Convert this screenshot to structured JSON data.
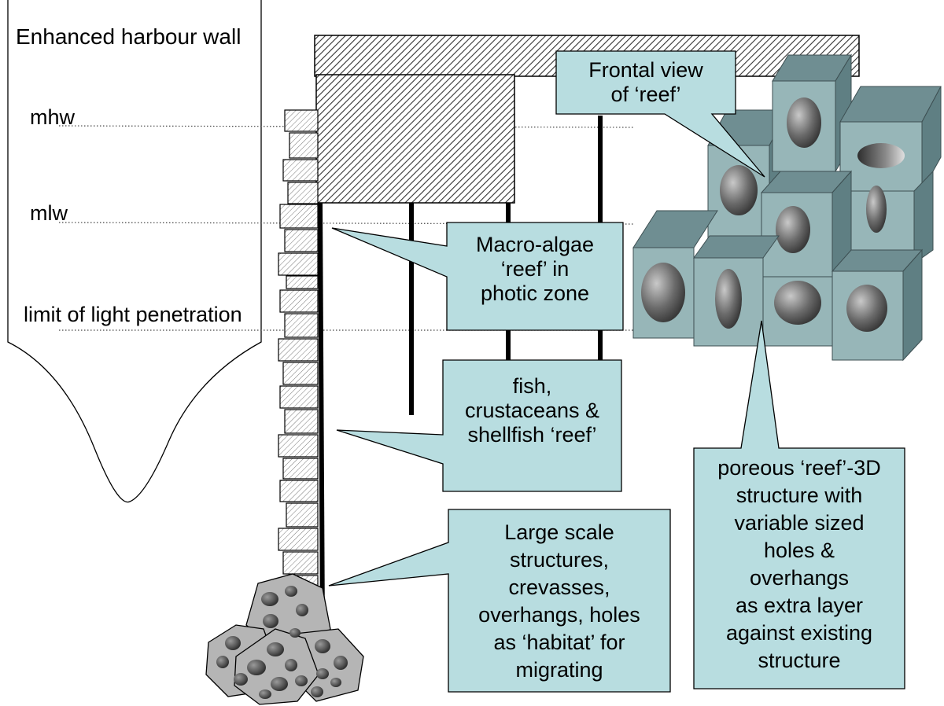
{
  "title": "Enhanced harbour wall",
  "levels": {
    "mhw": "mhw",
    "mlw": "mlw",
    "light": "limit of light penetration"
  },
  "callouts": {
    "frontal": [
      "Frontal view",
      "of ‘reef’"
    ],
    "macro": [
      "Macro-algae",
      "‘reef’ in",
      "photic zone"
    ],
    "fish": [
      "fish,",
      "crustaceans &",
      "shellfish ‘reef’"
    ],
    "large": [
      "Large scale",
      "structures,",
      "crevasses,",
      "overhangs, holes",
      "as ‘habitat’ for",
      "migrating"
    ],
    "poreous": [
      "poreous ‘reef’-3D",
      "structure with",
      "variable sized",
      "holes &",
      "overhangs",
      "as extra layer",
      "against existing",
      "structure"
    ]
  },
  "colors": {
    "callout_fill": "#b8dde0",
    "cube_front": "#97b6b8",
    "cube_top": "#6f8e92",
    "cube_side": "#5f7f83",
    "rock_fill": "#b5b5b5"
  }
}
